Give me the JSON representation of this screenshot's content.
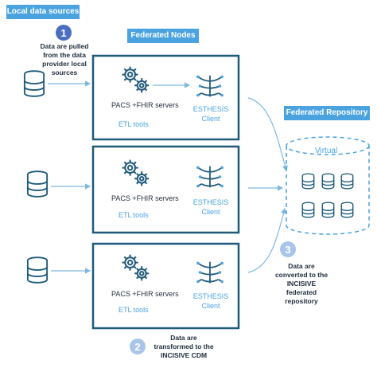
{
  "labels": {
    "local_sources": "Local data sources",
    "federated_nodes": "Federated Nodes",
    "federated_repository": "Federated Repository",
    "virtual": "Virtual"
  },
  "steps": [
    {
      "number": "1",
      "text": "Data are pulled from the data provider local sources"
    },
    {
      "number": "2",
      "text": "Data are transformed to the INCISIVE CDM"
    },
    {
      "number": "3",
      "text": "Data are converted to the INCISIVE federated repository"
    }
  ],
  "node": {
    "servers": "PACS +FHIR servers",
    "etl": "ETL tools",
    "client_line1": "ESTHESIS",
    "client_line2": "Client"
  },
  "colors": {
    "box_border": "#1f5a7a",
    "accent": "#4aa3df",
    "text": "#1f2d3d",
    "tag_bg": "#4aa3df"
  },
  "icons": [
    "database-icon",
    "gears-icon",
    "circuit-icon",
    "arrow-icon",
    "number-badge-icon"
  ]
}
